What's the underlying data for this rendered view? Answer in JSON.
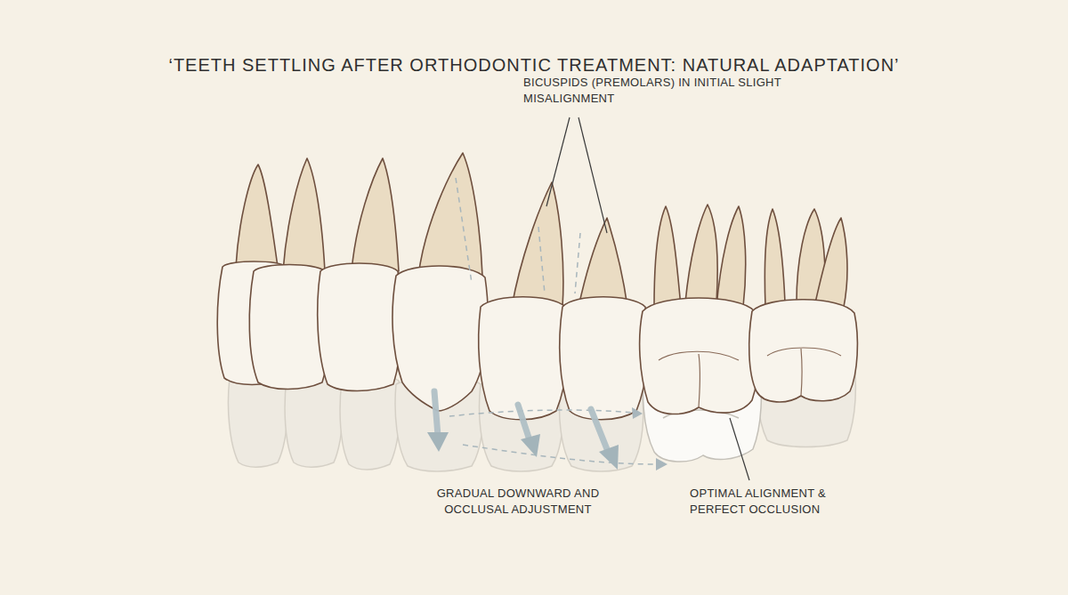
{
  "diagram": {
    "title": "‘TEETH SETTLING AFTER ORTHODONTIC TREATMENT: NATURAL ADAPTATION’",
    "labels": [
      "BICUSPIDS (PREMOLARS) IN INITIAL SLIGHT MISALIGNMENT",
      "GRADUAL DOWNWARD AND OCCLUSAL ADJUSTMENT",
      "OPTIMAL ALIGNMENT & PERFECT OCCLUSION"
    ]
  }
}
